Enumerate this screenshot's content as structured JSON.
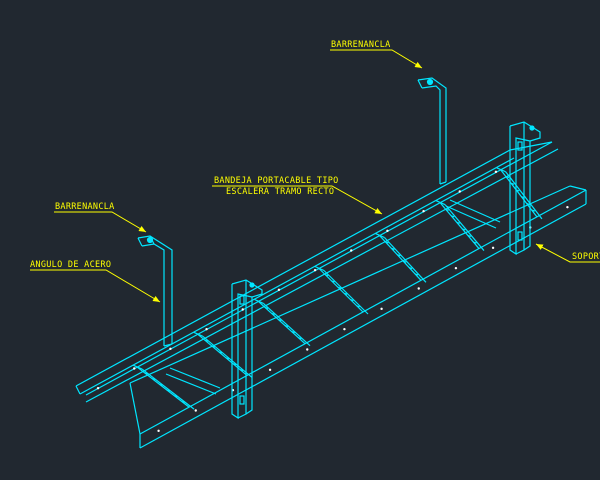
{
  "drawing": {
    "background": "#212830",
    "colors": {
      "geometry": "#00e6ff",
      "annotation": "#ffff00",
      "bolt": "#ffffff"
    },
    "labels": {
      "barrenancla_top": "BARRENANCLA",
      "bandeja_line1": "BANDEJA PORTACABLE TIPO",
      "bandeja_line2": "ESCALERA TRAMO RECTO",
      "barrenancla_left": "BARRENANCLA",
      "angulo": "ANGULO DE ACERO",
      "soporte": "SOPORT"
    }
  }
}
